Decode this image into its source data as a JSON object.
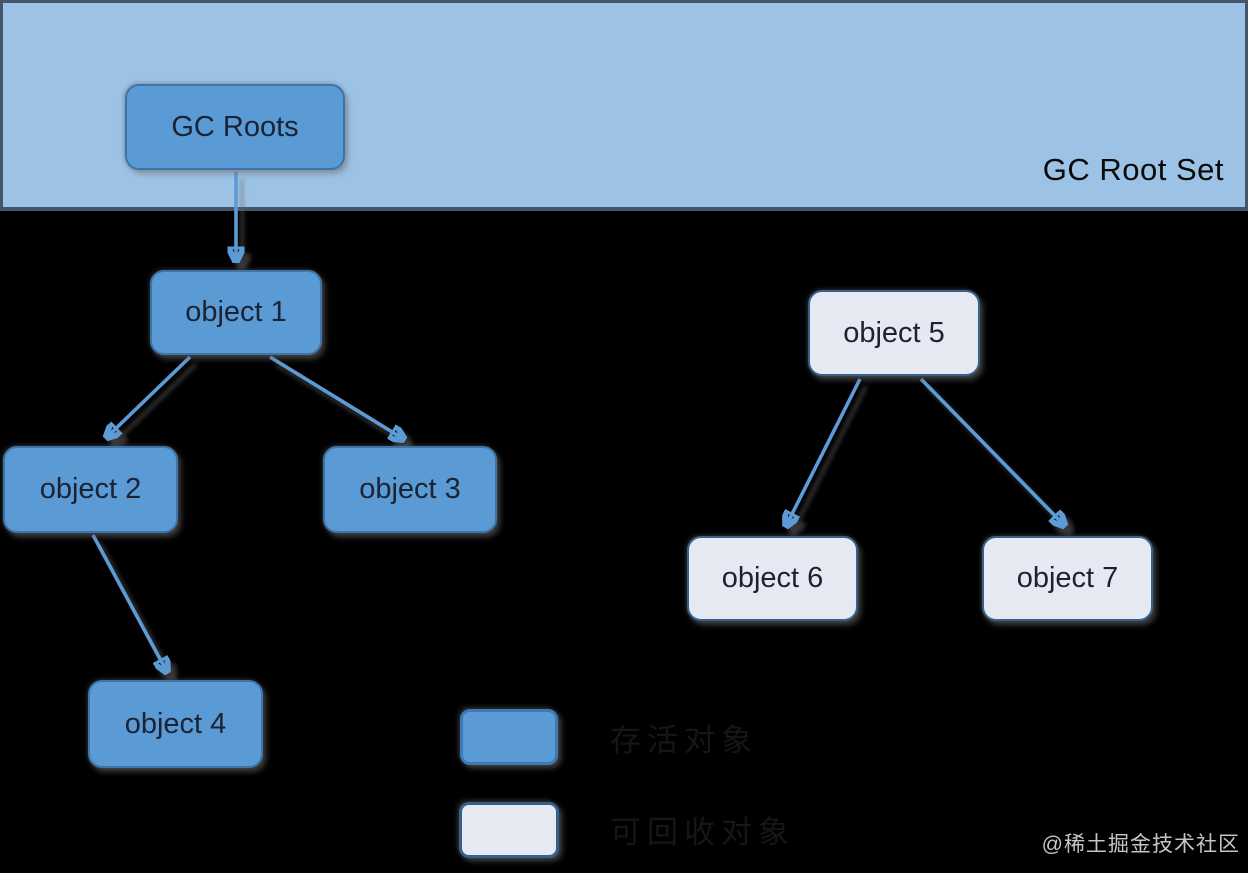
{
  "diagram": {
    "band": {
      "title": "GC Root Set"
    },
    "nodes": [
      {
        "id": "gc-roots",
        "label": "GC Roots",
        "type": "root"
      },
      {
        "id": "object-1",
        "label": "object 1",
        "type": "reachable"
      },
      {
        "id": "object-2",
        "label": "object 2",
        "type": "reachable"
      },
      {
        "id": "object-3",
        "label": "object 3",
        "type": "reachable"
      },
      {
        "id": "object-4",
        "label": "object 4",
        "type": "reachable"
      },
      {
        "id": "object-5",
        "label": "object 5",
        "type": "unreachable"
      },
      {
        "id": "object-6",
        "label": "object 6",
        "type": "unreachable"
      },
      {
        "id": "object-7",
        "label": "object 7",
        "type": "unreachable"
      }
    ],
    "edges": [
      {
        "from": "gc-roots",
        "to": "object-1"
      },
      {
        "from": "object-1",
        "to": "object-2"
      },
      {
        "from": "object-1",
        "to": "object-3"
      },
      {
        "from": "object-2",
        "to": "object-4"
      },
      {
        "from": "object-5",
        "to": "object-6"
      },
      {
        "from": "object-5",
        "to": "object-7"
      }
    ]
  },
  "legend": {
    "items": [
      {
        "label": "存活对象",
        "swatch": "reachable"
      },
      {
        "label": "可回收对象",
        "swatch": "unreachable"
      }
    ]
  },
  "watermark": "@稀土掘金技术社区",
  "colors": {
    "background": "#000000",
    "band_fill": "#9CC3E6",
    "band_border": "#44546A",
    "reachable_fill": "#5B9BD5",
    "reachable_border": "#3E74A8",
    "unreachable_fill": "#E6E9F1",
    "unreachable_border": "#35618F",
    "arrow": "#5B9BD5",
    "node_text": "#1B2333",
    "band_title_text": "#0A0A0A",
    "legend_text": "#161616"
  }
}
